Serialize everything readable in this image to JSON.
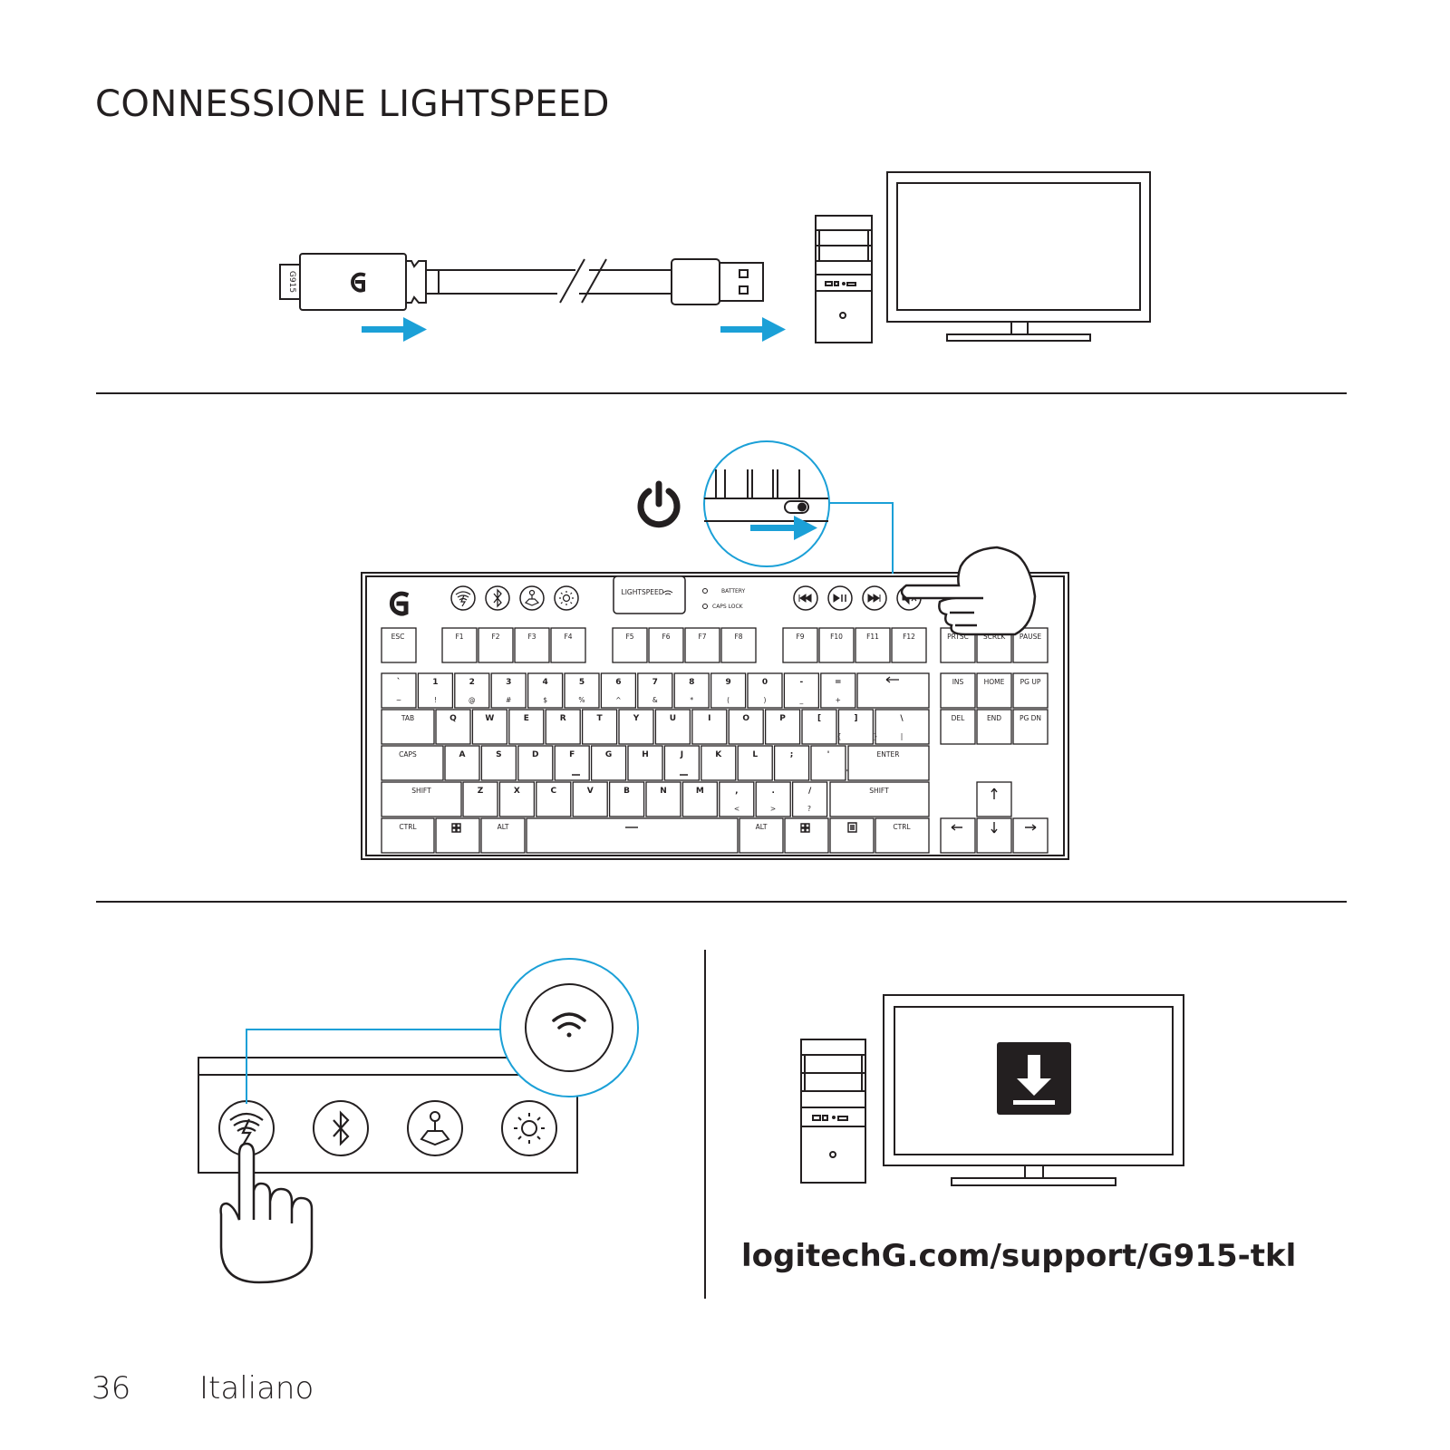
{
  "page": {
    "title": "CONNESSIONE LIGHTSPEED",
    "support_url": "logitechG.com/support/G915-tkl",
    "page_number": "36",
    "language": "Italiano"
  },
  "receiver": {
    "model_label": "G915"
  },
  "keyboard": {
    "top_panel": {
      "lightspeed_label": "LIGHTSPEED",
      "battery_label": "BATTERY",
      "caps_lock_label": "CAPS LOCK"
    },
    "function_row": [
      "ESC",
      "F1",
      "F2",
      "F3",
      "F4",
      "F5",
      "F6",
      "F7",
      "F8",
      "F9",
      "F10",
      "F11",
      "F12",
      "PRTSC",
      "SCRLK",
      "PAUSE"
    ],
    "number_row_top": [
      "`",
      "1",
      "2",
      "3",
      "4",
      "5",
      "6",
      "7",
      "8",
      "9",
      "0",
      "-",
      "="
    ],
    "number_row_bottom": [
      "~",
      "!",
      "@",
      "#",
      "$",
      "%",
      "^",
      "&",
      "*",
      "(",
      ")",
      "_",
      "+"
    ],
    "nav_top": [
      "INS",
      "HOME",
      "PG UP"
    ],
    "nav_bottom": [
      "DEL",
      "END",
      "PG DN"
    ],
    "row_tab": [
      "TAB",
      "Q",
      "W",
      "E",
      "R",
      "T",
      "Y",
      "U",
      "I",
      "O",
      "P",
      "[",
      "]",
      "\\"
    ],
    "row_tab_shift": [
      "{",
      "}",
      "|"
    ],
    "row_caps": [
      "CAPS",
      "A",
      "S",
      "D",
      "F",
      "G",
      "H",
      "J",
      "K",
      "L",
      ";",
      "'",
      "ENTER"
    ],
    "row_caps_shift": [
      ":",
      "\""
    ],
    "row_shift": [
      "SHIFT",
      "Z",
      "X",
      "C",
      "V",
      "B",
      "N",
      "M",
      ",",
      ".",
      "/",
      "SHIFT"
    ],
    "row_shift_shift": [
      "<",
      ">",
      "?"
    ],
    "row_ctrl": [
      "CTRL",
      "ALT",
      "ALT",
      "CTRL"
    ]
  },
  "colors": {
    "accent": "#1ba0d7",
    "line": "#231f20",
    "background": "#ffffff"
  },
  "icons": [
    "g-logo-icon",
    "usb-plug-icon",
    "arrow-right-icon",
    "desktop-tower-icon",
    "monitor-icon",
    "power-icon",
    "switch-icon",
    "hand-pointer-icon",
    "lightspeed-wireless-icon",
    "bluetooth-icon",
    "game-mode-icon",
    "brightness-icon",
    "media-prev-icon",
    "play-pause-icon",
    "media-next-icon",
    "mute-icon",
    "wifi-icon",
    "download-icon"
  ]
}
